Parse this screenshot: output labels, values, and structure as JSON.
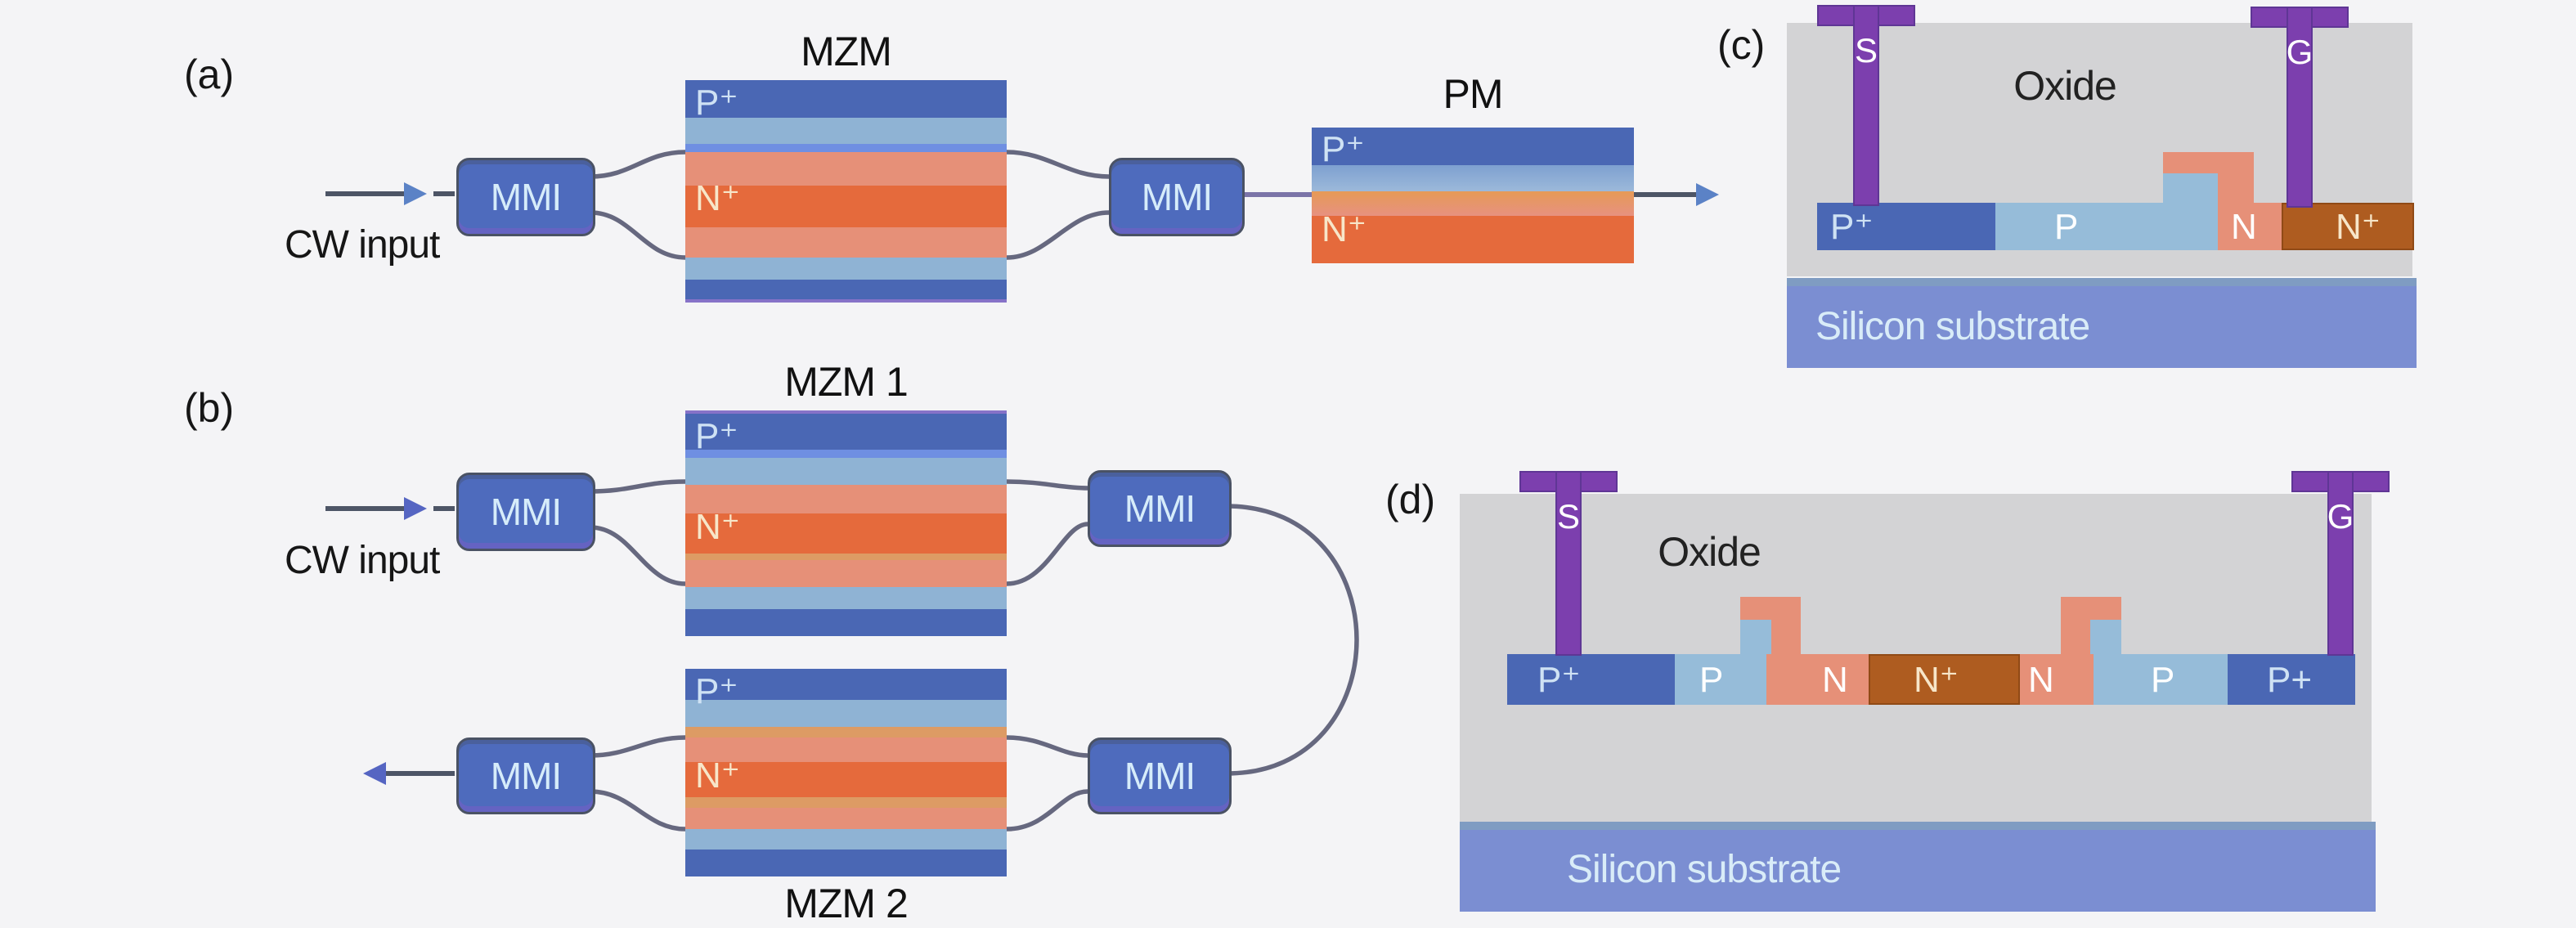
{
  "palette": {
    "background": "#f4f4f6",
    "dark_blue": "#4a67b4",
    "light_blue": "#8fb3d4",
    "accent_blue": "#6f8fe2",
    "salmon": "#e69078",
    "orange": "#e56a3c",
    "tan": "#dd9b64",
    "brown": "#ae5c20",
    "slab_p": "#96bcd9",
    "mmi_fill": "#4e6bbd",
    "mmi_text": "#d6ecfa",
    "contact_purple": "#7c3fae",
    "oxide_gray": "#d3d3d5",
    "substrate_blue": "#7b8ed2",
    "substrate_edge": "#7f9cc2",
    "substrate_text": "#d9ecf8",
    "waveguide": "#66687f",
    "arrow_shaft": "#4d5566",
    "arrow_head_blue": "#5b82c6",
    "arrow_head_indigo": "#5565c2",
    "label_light_blue": "#cfe2f4",
    "label_cream": "#f7e6c9"
  },
  "shared": {
    "mmi_label": "MMI",
    "cw_input": "CW input"
  },
  "panel_a": {
    "label": "(a)",
    "mzm": {
      "title": "MZM",
      "p_label": "P⁺",
      "n_label": "N⁺"
    },
    "pm": {
      "title": "PM",
      "p_label": "P⁺",
      "n_label": "N⁺"
    }
  },
  "panel_b": {
    "label": "(b)",
    "mzm1": {
      "title": "MZM 1",
      "p_label": "P⁺",
      "n_label": "N⁺"
    },
    "mzm2": {
      "title": "MZM 2",
      "p_label": "P⁺",
      "n_label": "N⁺"
    }
  },
  "panel_c": {
    "label": "(c)",
    "oxide_label": "Oxide",
    "substrate_label": "Silicon substrate",
    "s_contact": "S",
    "g_contact": "G",
    "regions": {
      "p_plus": "P⁺",
      "p": "P",
      "n": "N",
      "n_plus": "N⁺"
    }
  },
  "panel_d": {
    "label": "(d)",
    "oxide_label": "Oxide",
    "substrate_label": "Silicon substrate",
    "s_contact": "S",
    "g_contact": "G",
    "regions": {
      "p_plus_left": "P⁺",
      "p_left": "P",
      "n_left": "N",
      "n_plus": "N⁺",
      "n_right": "N",
      "p_right": "P",
      "p_plus_right": "P+"
    }
  }
}
